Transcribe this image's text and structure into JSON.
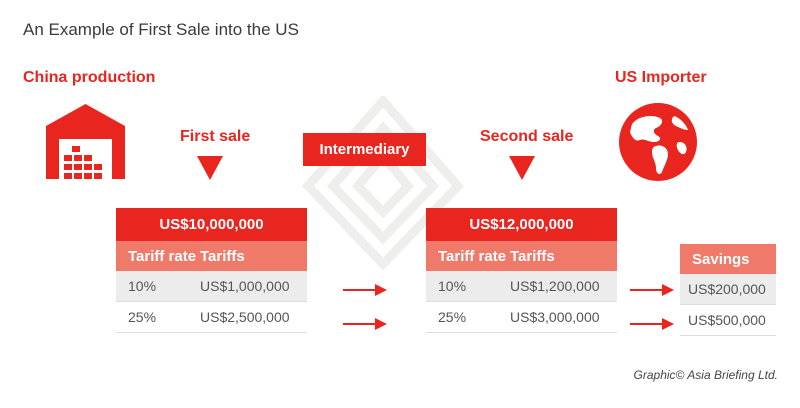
{
  "title": "An Example of First Sale into the US",
  "labels": {
    "china": "China production",
    "first_sale": "First sale",
    "intermediary": "Intermediary",
    "second_sale": "Second sale",
    "us_importer": "US Importer"
  },
  "table1": {
    "header": "US$10,000,000",
    "col1": "Tariff rate",
    "col2": "Tariffs",
    "rows": [
      {
        "rate": "10%",
        "tariff": "US$1,000,000"
      },
      {
        "rate": "25%",
        "tariff": "US$2,500,000"
      }
    ]
  },
  "table2": {
    "header": "US$12,000,000",
    "col1": "Tariff rate",
    "col2": "Tariffs",
    "rows": [
      {
        "rate": "10%",
        "tariff": "US$1,200,000"
      },
      {
        "rate": "25%",
        "tariff": "US$3,000,000"
      }
    ]
  },
  "savings": {
    "header": "Savings",
    "rows": [
      "US$200,000",
      "US$500,000"
    ]
  },
  "credit": "Graphic© Asia Briefing Ltd.",
  "colors": {
    "accent": "#e8261f",
    "subheader": "#f07a6a",
    "shade": "#ececec"
  }
}
